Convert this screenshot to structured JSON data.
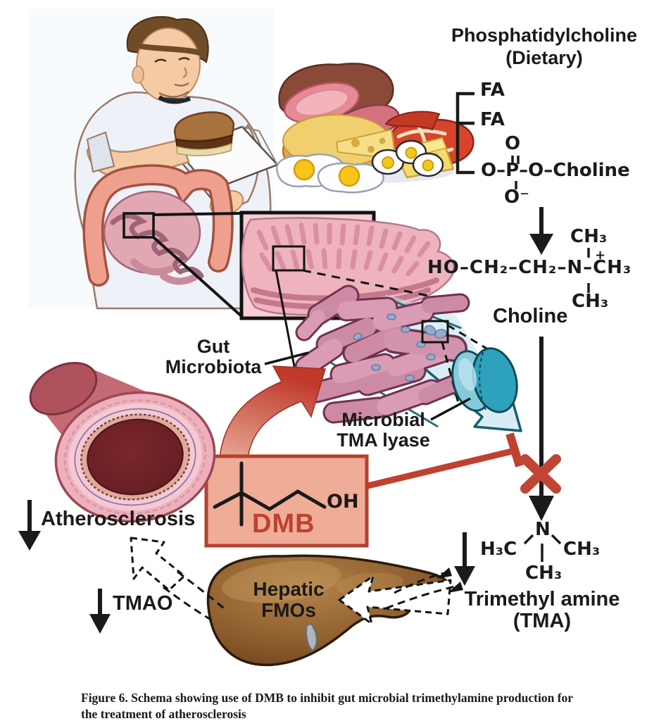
{
  "figure": {
    "caption_line1": "Figure 6. Schema showing use of DMB to inhibit gut microbial trimethylamine production for",
    "caption_line2": "the treatment of atherosclerosis"
  },
  "phosphatidylcholine": {
    "title": "Phosphatidylcholine",
    "subtitle": "(Dietary)",
    "fa1": "FA",
    "fa2": "FA",
    "o_top": "O",
    "chain": "O–P–O–Choline",
    "o_minus": "O⁻"
  },
  "choline_structure": {
    "main": "HO–CH₂–CH₂–N–CH₃",
    "charge": "+",
    "ch3_top": "CH₃",
    "ch3_bottom": "CH₃",
    "label": "Choline"
  },
  "tma_structure": {
    "n": "N",
    "left": "H₃C",
    "right": "CH₃",
    "bottom": "CH₃",
    "label_line1": "Trimethyl amine",
    "label_line2": "(TMA)"
  },
  "labels": {
    "gut_microbiota": "Gut Microbiota",
    "microbial_lyase_line1": "Microbial",
    "microbial_lyase_line2": "TMA lyase",
    "dmb": "DMB",
    "oh": "OH",
    "atherosclerosis": "Atherosclerosis",
    "tmao": "TMAO",
    "hepatic_line1": "Hepatic",
    "hepatic_line2": "FMOs"
  },
  "colors": {
    "accent_red": "#bf4130",
    "dmb_box_fill": "#efad97",
    "dmb_box_border": "#b5402e",
    "enzyme_teal": "#2ea1bd",
    "cone_blue": "#bfe0ee",
    "bacteria_pink": "#cd8aa5",
    "liver_brown": "#8a5a2b",
    "vessel_lumen": "#6e2126",
    "text_black": "#1a1a1a"
  }
}
